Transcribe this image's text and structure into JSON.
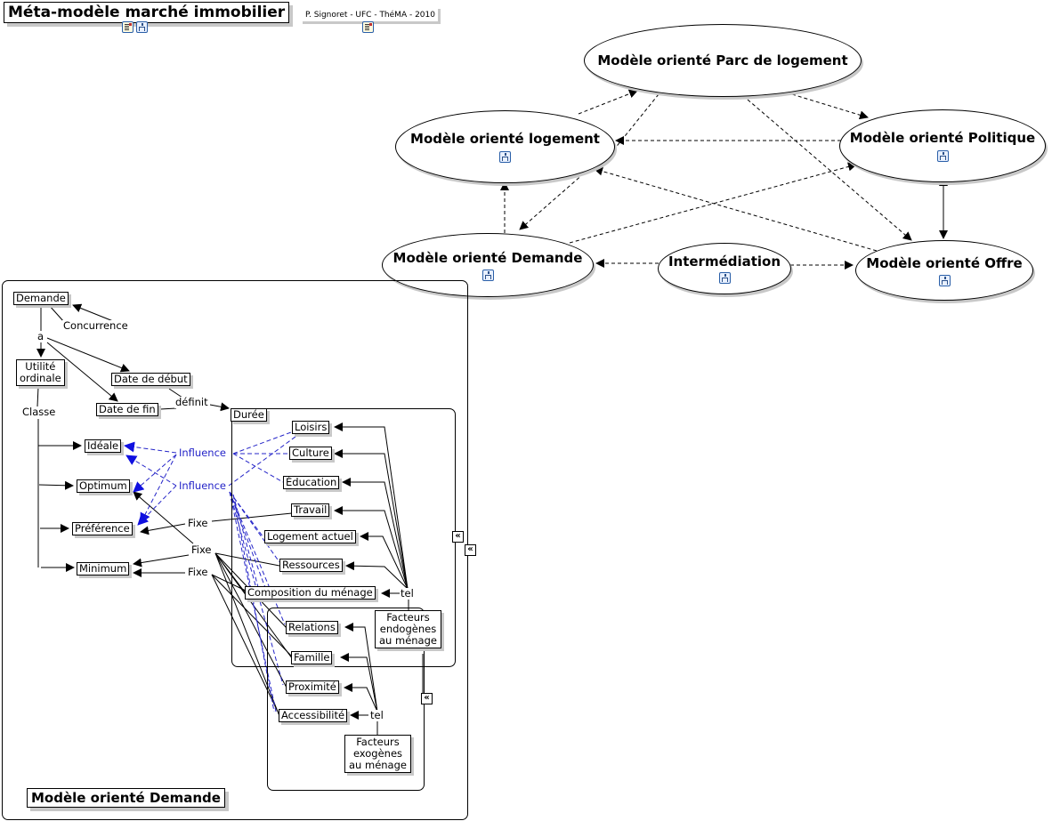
{
  "header": {
    "title": "Méta-modèle marché immobilier",
    "credit": "P. Signoret - UFC - ThéMA - 2010",
    "title_icons": [
      "document-icon",
      "concept-map-icon"
    ],
    "credit_icons": [
      "document-icon"
    ]
  },
  "meta_model": {
    "nodes": {
      "parc": "Modèle orienté Parc de logement",
      "logement": "Modèle orienté logement",
      "politique": "Modèle orienté Politique",
      "demande": "Modèle orienté Demande",
      "intermediation": "Intermédiation",
      "offre": "Modèle orienté Offre"
    }
  },
  "demand_model": {
    "title": "Modèle orienté Demande",
    "concepts": {
      "demande": "Demande",
      "concurrence": "Concurrence",
      "a": "a",
      "utilite_l1": "Utilité",
      "utilite_l2": "ordinale",
      "date_debut": "Date de début",
      "date_fin": "Date de fin",
      "definit": "définit",
      "duree": "Durée",
      "classe": "Classe",
      "ideale": "Idéale",
      "optimum": "Optimum",
      "preference": "Préférence",
      "minimum": "Minimum",
      "influence1": "Influence",
      "influence2": "Influence",
      "fixe1": "Fixe",
      "fixe2": "Fixe",
      "fixe3": "Fixe",
      "loisirs": "Loisirs",
      "culture": "Culture",
      "education": "Éducation",
      "travail": "Travail",
      "logement_actuel": "Logement actuel",
      "ressources": "Ressources",
      "composition": "Composition du ménage",
      "tel1": "tel",
      "endo_l1": "Facteurs",
      "endo_l2": "endogènes",
      "endo_l3": "au ménage",
      "relations": "Relations",
      "famille": "Famille",
      "proximite": "Proximité",
      "accessibilite": "Accessibilité",
      "tel2": "tel",
      "exo_l1": "Facteurs",
      "exo_l2": "exogènes",
      "exo_l3": "au ménage"
    },
    "collapse_glyph": "«"
  },
  "colors": {
    "influence": "#2424c8",
    "line": "#000000",
    "shadow": "#c8c8c8",
    "icon_border": "#2a5fa8"
  }
}
